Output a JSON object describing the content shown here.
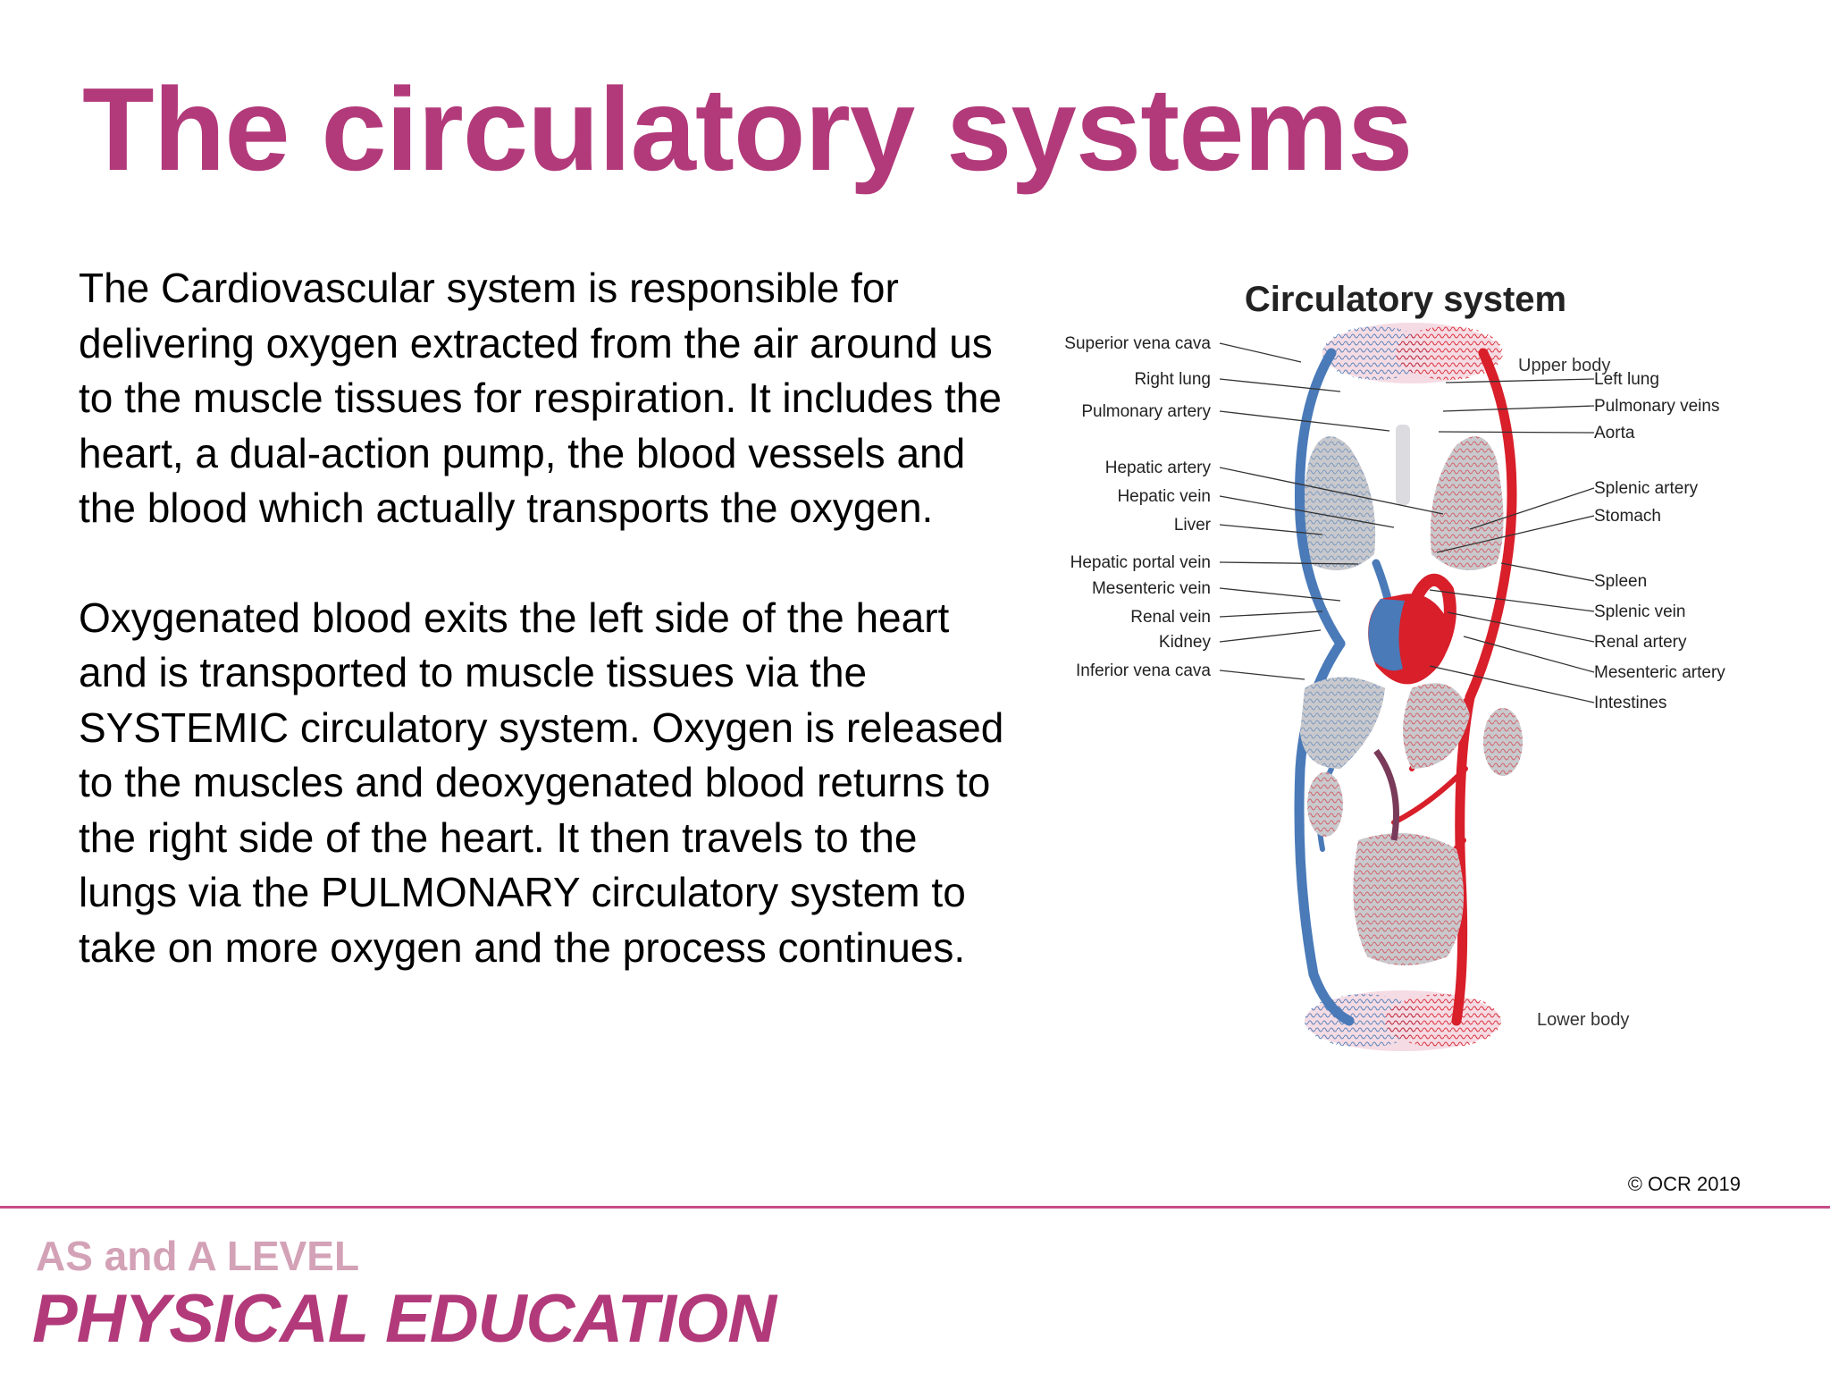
{
  "colors": {
    "title": "#b23a7a",
    "brand": "#b23a7a",
    "rule": "#c74d86",
    "artery": "#d81f2a",
    "vein": "#4a7ab8",
    "organ": "#c9c9cd"
  },
  "title": "The circulatory systems",
  "paragraphs": [
    "The Cardiovascular system is responsible for delivering oxygen extracted from the air around us to the muscle tissues for respiration. It includes the heart, a dual-action pump, the blood vessels and the blood which actually transports the oxygen.",
    "Oxygenated blood exits the left side of the heart and is transported to muscle tissues via the SYSTEMIC circulatory system. Oxygen is released to the muscles and deoxygenated blood returns to the right side of the heart. It then travels to the lungs via the PULMONARY circulatory system to take on more oxygen and the process continues."
  ],
  "diagram": {
    "title": "Circulatory system",
    "upper_body": "Upper body",
    "lower_body": "Lower body",
    "left_labels": [
      "Superior vena cava",
      "Right lung",
      "Pulmonary artery",
      "Hepatic artery",
      "Hepatic vein",
      "Liver",
      "Hepatic portal vein",
      "Mesenteric vein",
      "Renal vein",
      "Kidney",
      "Inferior vena cava"
    ],
    "right_labels": [
      "Left lung",
      "Pulmonary veins",
      "Aorta",
      "Splenic artery",
      "Stomach",
      "Spleen",
      "Splenic vein",
      "Renal artery",
      "Mesenteric artery",
      "Intestines"
    ]
  },
  "copyright": "© OCR 2019",
  "footer": {
    "line1": "AS and A LEVEL",
    "line2": "PHYSICAL EDUCATION"
  }
}
